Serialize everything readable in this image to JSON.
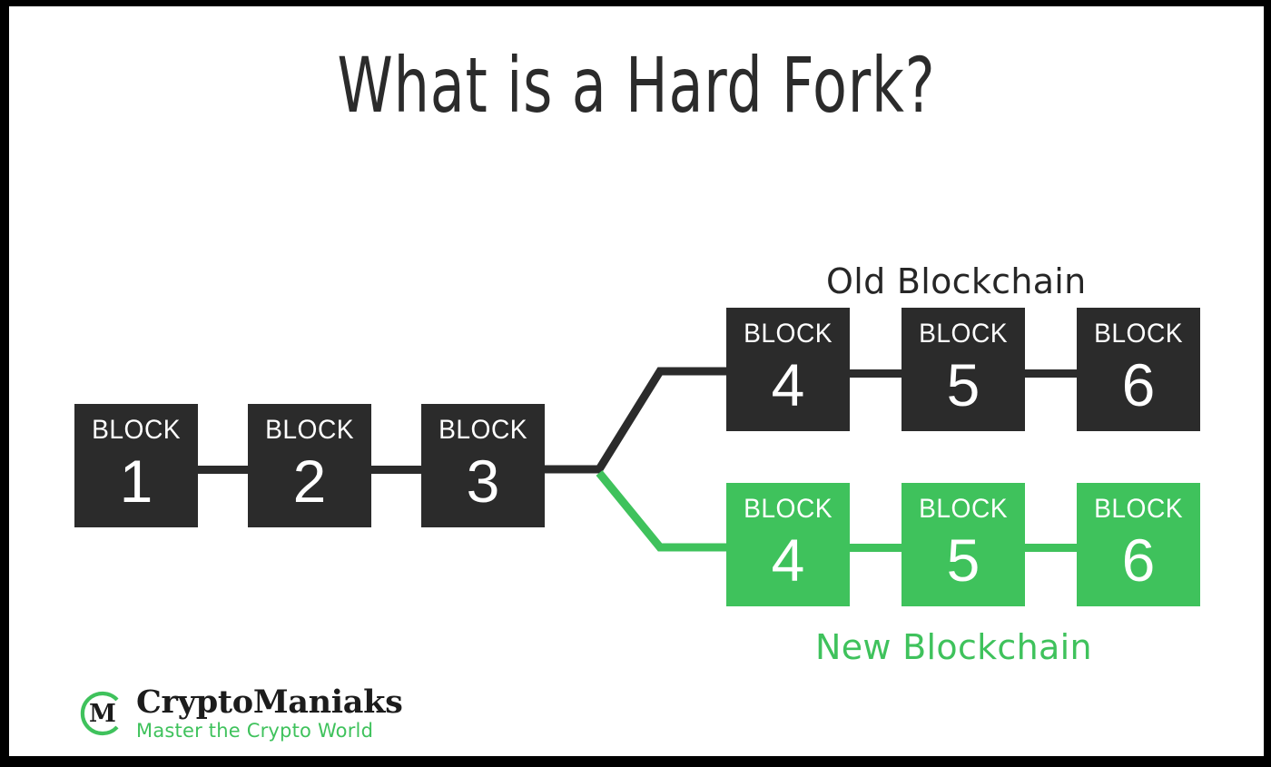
{
  "page": {
    "title": "What is a Hard Fork?",
    "background": "#ffffff",
    "border_color": "#000000"
  },
  "colors": {
    "dark": "#2b2b2b",
    "green": "#3fc25c",
    "text_dark": "#262626",
    "white": "#ffffff"
  },
  "diagram": {
    "block_word": "BLOCK",
    "main_chain": {
      "blocks": [
        {
          "word": "BLOCK",
          "number": "1"
        },
        {
          "word": "BLOCK",
          "number": "2"
        },
        {
          "word": "BLOCK",
          "number": "3"
        }
      ]
    },
    "old_chain": {
      "label": "Old Blockchain",
      "color": "#2b2b2b",
      "blocks": [
        {
          "word": "BLOCK",
          "number": "4"
        },
        {
          "word": "BLOCK",
          "number": "5"
        },
        {
          "word": "BLOCK",
          "number": "6"
        }
      ]
    },
    "new_chain": {
      "label": "New Blockchain",
      "color": "#3fc25c",
      "blocks": [
        {
          "word": "BLOCK",
          "number": "4"
        },
        {
          "word": "BLOCK",
          "number": "5"
        },
        {
          "word": "BLOCK",
          "number": "6"
        }
      ]
    }
  },
  "logo": {
    "mark_letter": "M",
    "name": "CryptoManiaks",
    "tagline": "Master the Crypto World",
    "mark_color": "#3fc25c",
    "name_color": "#1c1c1c",
    "tagline_color": "#3fc25c"
  }
}
